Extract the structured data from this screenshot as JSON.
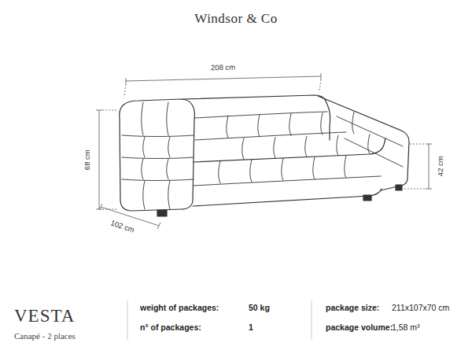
{
  "diagram": {
    "title": "Windsor & Co",
    "labels": [
      "208 cm",
      "68 cm",
      "42 cm",
      "102 cm",
      "VESTA",
      "Canapé - 2 places",
      "weight of packages:",
      "50 kg",
      "n° of packages:",
      "1",
      "package size:",
      "211x107x70 cm",
      "package volume:",
      "1,58 m³"
    ]
  }
}
